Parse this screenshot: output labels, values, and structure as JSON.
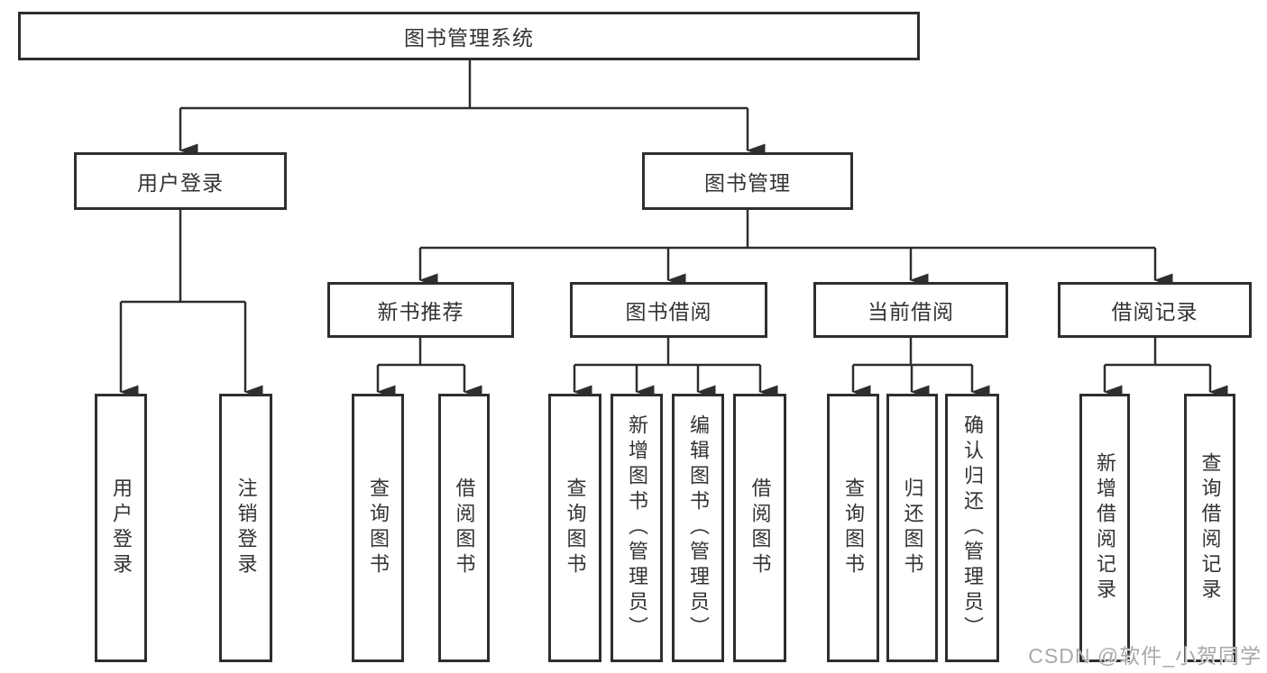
{
  "root": {
    "label": "图书管理系统",
    "children": [
      {
        "label": "用户登录",
        "children": [
          {
            "label": "用户登录"
          },
          {
            "label": "注销登录"
          }
        ]
      },
      {
        "label": "图书管理",
        "children": [
          {
            "label": "新书推荐",
            "children": [
              {
                "label": "查询图书"
              },
              {
                "label": "借阅图书"
              }
            ]
          },
          {
            "label": "图书借阅",
            "children": [
              {
                "label": "查询图书"
              },
              {
                "label": "新增图书（管理员）"
              },
              {
                "label": "编辑图书（管理员）"
              },
              {
                "label": "借阅图书"
              }
            ]
          },
          {
            "label": "当前借阅",
            "children": [
              {
                "label": "查询图书"
              },
              {
                "label": "归还图书"
              },
              {
                "label": "确认归还（管理员）"
              }
            ]
          },
          {
            "label": "借阅记录",
            "children": [
              {
                "label": "新增借阅记录"
              },
              {
                "label": "查询借阅记录"
              }
            ]
          }
        ]
      }
    ]
  },
  "watermark": "CSDN @软件_小贺同学",
  "colors": {
    "line": "#2e2e2e",
    "text": "#333333",
    "background": "#ffffff",
    "watermark": "#a9a9a9"
  }
}
